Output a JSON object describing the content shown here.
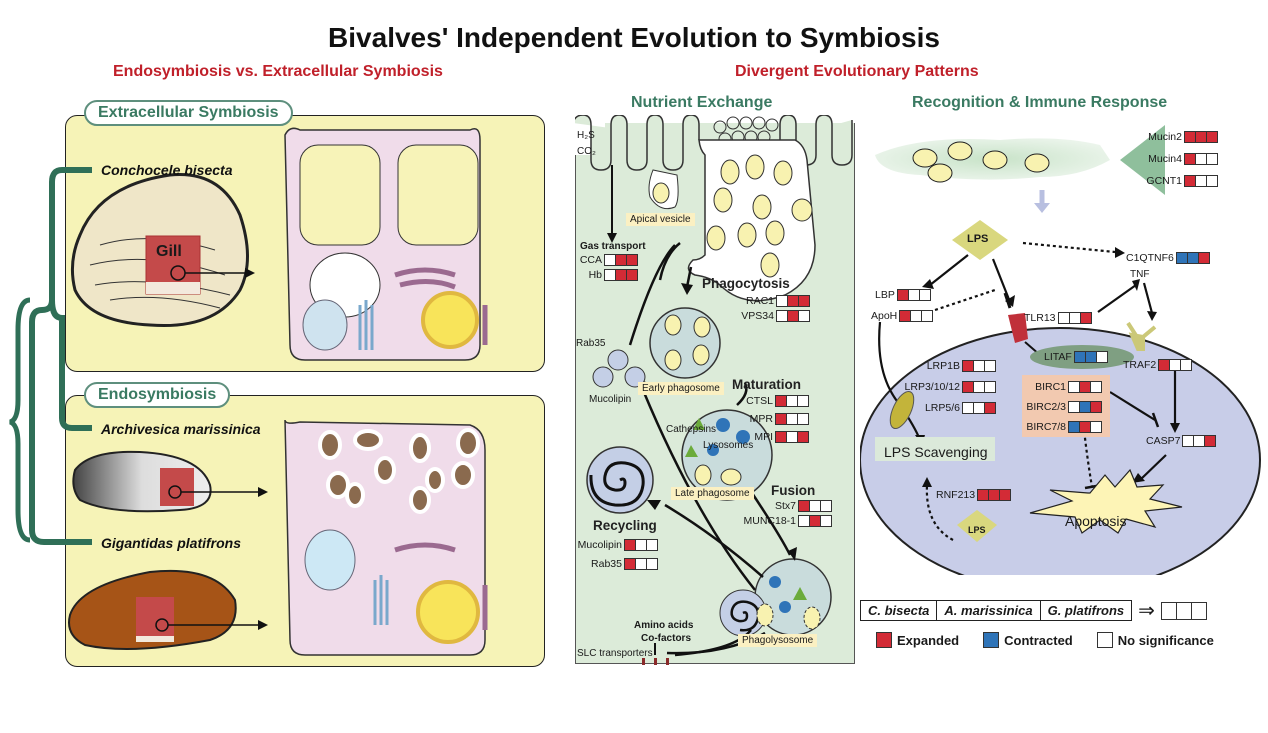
{
  "title": "Bivalves' Independent Evolution to Symbiosis",
  "subtitles": {
    "left": "Endosymbiosis  vs. Extracellular Symbiosis",
    "right": "Divergent Evolutionary Patterns"
  },
  "left_panel": {
    "extracellular": {
      "label": "Extracellular Symbiosis",
      "species": "Conchocele bisecta",
      "gill_label": "Gill"
    },
    "endosymbiosis": {
      "label": "Endosymbiosis",
      "species": [
        "Archivesica marissinica",
        "Gigantidas platifrons"
      ]
    }
  },
  "nutrient": {
    "title": "Nutrient Exchange",
    "gases": [
      "H₂S",
      "CO₂"
    ],
    "apical_vesicle": "Apical vesicle",
    "gas_transport": {
      "label": "Gas transport",
      "genes": [
        {
          "name": "CCA",
          "states": [
            "N",
            "E",
            "E"
          ]
        },
        {
          "name": "Hb",
          "states": [
            "N",
            "E",
            "E"
          ]
        }
      ]
    },
    "phagocytosis": {
      "label": "Phagocytosis",
      "genes": [
        {
          "name": "RAC1",
          "states": [
            "N",
            "E",
            "E"
          ]
        },
        {
          "name": "VPS34",
          "states": [
            "N",
            "E",
            "N"
          ]
        }
      ]
    },
    "maturation": {
      "label": "Maturation",
      "genes": [
        {
          "name": "CTSL",
          "states": [
            "E",
            "N",
            "N"
          ]
        },
        {
          "name": "MPR",
          "states": [
            "E",
            "N",
            "N"
          ]
        },
        {
          "name": "MPI",
          "states": [
            "E",
            "N",
            "E"
          ]
        }
      ]
    },
    "fusion": {
      "label": "Fusion",
      "genes": [
        {
          "name": "Stx7",
          "states": [
            "E",
            "N",
            "N"
          ]
        },
        {
          "name": "MUNC18-1",
          "states": [
            "N",
            "E",
            "N"
          ]
        }
      ]
    },
    "recycling": {
      "label": "Recycling",
      "genes": [
        {
          "name": "Mucolipin",
          "states": [
            "E",
            "N",
            "N"
          ]
        },
        {
          "name": "Rab35",
          "states": [
            "E",
            "N",
            "N"
          ]
        }
      ]
    },
    "labels": {
      "rab35": "Rab35",
      "mucolipin": "Mucolipin",
      "early_phagosome": "Early phagosome",
      "late_phagosome": "Late phagosome",
      "cathepsins": "Cathepsins",
      "lysosomes": "Lysosomes",
      "phagolysosome": "Phagolysosome",
      "amino_acids": "Amino acids",
      "cofactors": "Co-factors",
      "slc": "SLC transporters"
    }
  },
  "immune": {
    "title": "Recognition & Immune Response",
    "mucins": [
      {
        "name": "Mucin2",
        "states": [
          "E",
          "E",
          "E"
        ]
      },
      {
        "name": "Mucin4",
        "states": [
          "E",
          "N",
          "N"
        ]
      },
      {
        "name": "GCNT1",
        "states": [
          "E",
          "N",
          "N"
        ]
      }
    ],
    "lps": "LPS",
    "c1qtnf6": {
      "name": "C1QTNF6",
      "states": [
        "C",
        "C",
        "E"
      ]
    },
    "tnf": "TNF",
    "lbp": {
      "name": "LBP",
      "states": [
        "E",
        "N",
        "N"
      ]
    },
    "apoh": {
      "name": "ApoH",
      "states": [
        "E",
        "N",
        "N"
      ]
    },
    "tlr13": {
      "name": "TLR13",
      "states": [
        "N",
        "N",
        "E"
      ]
    },
    "litaf": {
      "name": "LITAF",
      "states": [
        "C",
        "C",
        "N"
      ]
    },
    "traf2": {
      "name": "TRAF2",
      "states": [
        "E",
        "N",
        "N"
      ]
    },
    "lrp": [
      {
        "name": "LRP1B",
        "states": [
          "E",
          "N",
          "N"
        ]
      },
      {
        "name": "LRP3/10/12",
        "states": [
          "E",
          "N",
          "N"
        ]
      },
      {
        "name": "LRP5/6",
        "states": [
          "N",
          "N",
          "E"
        ]
      }
    ],
    "birc": [
      {
        "name": "BIRC1",
        "states": [
          "N",
          "E",
          "N"
        ]
      },
      {
        "name": "BIRC2/3",
        "states": [
          "N",
          "C",
          "E"
        ]
      },
      {
        "name": "BIRC7/8",
        "states": [
          "C",
          "E",
          "N"
        ]
      }
    ],
    "casp7": {
      "name": "CASP7",
      "states": [
        "N",
        "N",
        "E"
      ]
    },
    "lps_scavenging": "LPS Scavenging",
    "rnf213": {
      "name": "RNF213",
      "states": [
        "E",
        "E",
        "E"
      ]
    },
    "apoptosis": "Apoptosis"
  },
  "legend": {
    "species_order": [
      "C. bisecta",
      "A. marissinica",
      "G. platifrons"
    ],
    "arrow": "⇒",
    "items": [
      {
        "label": "Expanded",
        "color": "#d32b36"
      },
      {
        "label": "Contracted",
        "color": "#2f74b8"
      },
      {
        "label": "No significance",
        "color": "#ffffff"
      }
    ]
  },
  "colors": {
    "expanded": "#d32b36",
    "contracted": "#2f74b8",
    "none": "#ffffff",
    "accent_red": "#c0202a",
    "accent_green": "#3a7a62"
  }
}
